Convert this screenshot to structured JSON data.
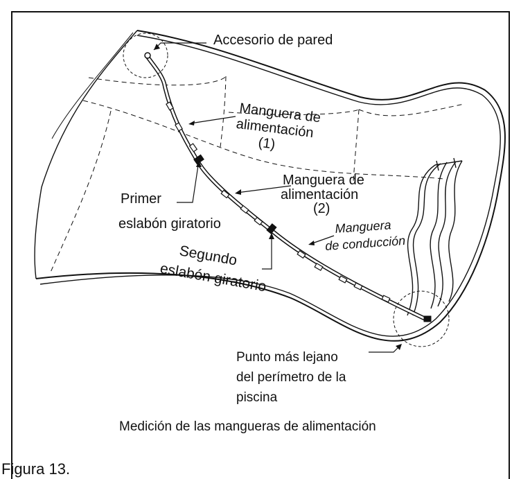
{
  "labels": {
    "wall_fitting": "Accesorio de pared",
    "feed_hose_1": [
      "Manguera de",
      "alimentación",
      "(1)"
    ],
    "feed_hose_2": [
      "Manguera de",
      "alimentación",
      "(2)"
    ],
    "first_swivel": [
      "Primer",
      "eslabón giratorio"
    ],
    "second_swivel": [
      "Segundo",
      "eslabón giratorio"
    ],
    "lead_hose": [
      "Manguera",
      "de conducción"
    ],
    "farthest_point": [
      "Punto más lejano",
      "del perímetro de la",
      "piscina"
    ]
  },
  "caption": "Medición de las mangueras de alimentación",
  "figure_label": "Figura 13."
}
